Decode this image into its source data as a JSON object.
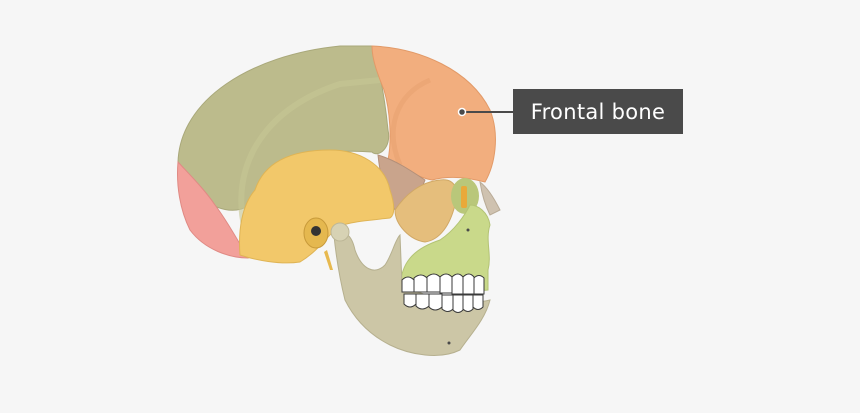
{
  "diagram": {
    "subject": "human skull, lateral view",
    "highlighted_part": "frontal bone",
    "label": {
      "text": "Frontal bone",
      "box_color": "#4a4a4a",
      "text_color": "#ffffff"
    },
    "colors": {
      "background": "#f6f6f6",
      "frontal": "#f2ae7e",
      "parietal": "#bcbb8c",
      "occipital": "#f2a09a",
      "temporal": "#f2c86a",
      "sphenoid": "#c9a48c",
      "zygomatic": "#e5be7c",
      "maxilla": "#c9d98a",
      "nasal": "#cfc2b0",
      "mandible": "#ccc6a6",
      "teeth": "#ffffff",
      "leader_line": "#4a4a4a"
    }
  }
}
